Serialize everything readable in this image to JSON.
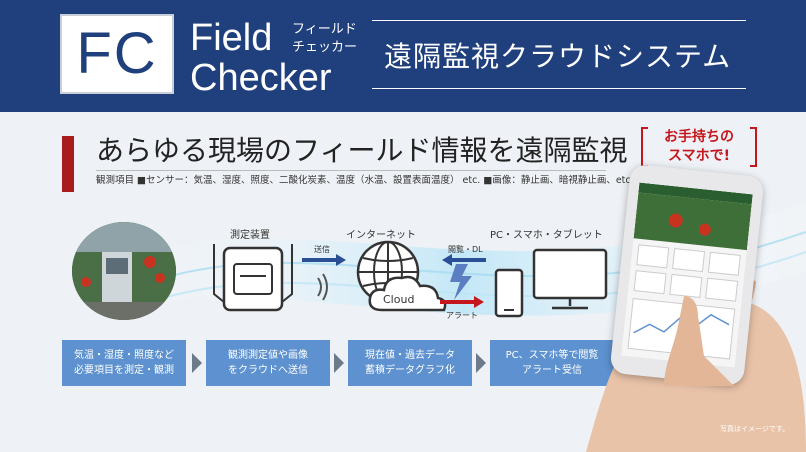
{
  "header": {
    "logo_letters": "FC",
    "brand_word_1": "Field",
    "brand_word_2": "Checker",
    "brand_kana_1": "フィールド",
    "brand_kana_2": "チェッカー",
    "headline": "遠隔監視クラウドシステム"
  },
  "main": {
    "title": "あらゆる現場のフィールド情報を遠隔監視",
    "observed_items": "観測項目 ■センサー：気温、湿度、照度、二酸化炭素、温度（水温、設置表面温度） etc. ■画像：静止画、暗視静止画、etc",
    "badge_line1": "お手持ちの",
    "badge_line2": "スマホで!"
  },
  "diagram": {
    "device_label": "測定装置",
    "internet_label": "インターネット",
    "pc_label": "PC・スマホ・タブレット",
    "send_label": "送信",
    "view_label": "閲覧・DL",
    "alert_label": "アラート",
    "cloud_label": "Cloud"
  },
  "steps": [
    {
      "line1": "気温・湿度・照度など",
      "line2": "必要項目を測定・観測"
    },
    {
      "line1": "観測測定値や画像",
      "line2": "をクラウドへ送信"
    },
    {
      "line1": "現在値・過去データ",
      "line2": "蓄積データグラフ化"
    },
    {
      "line1": "PC、スマホ等で閲覧",
      "line2": "アラート受信"
    }
  ],
  "caption": "写真はイメージです。",
  "colors": {
    "banner": "#1f3f7d",
    "accent_red": "#c4161c",
    "step_blue": "#5e91cf",
    "arrow_blue": "#2b4f95",
    "arrow_red": "#c4161c"
  }
}
